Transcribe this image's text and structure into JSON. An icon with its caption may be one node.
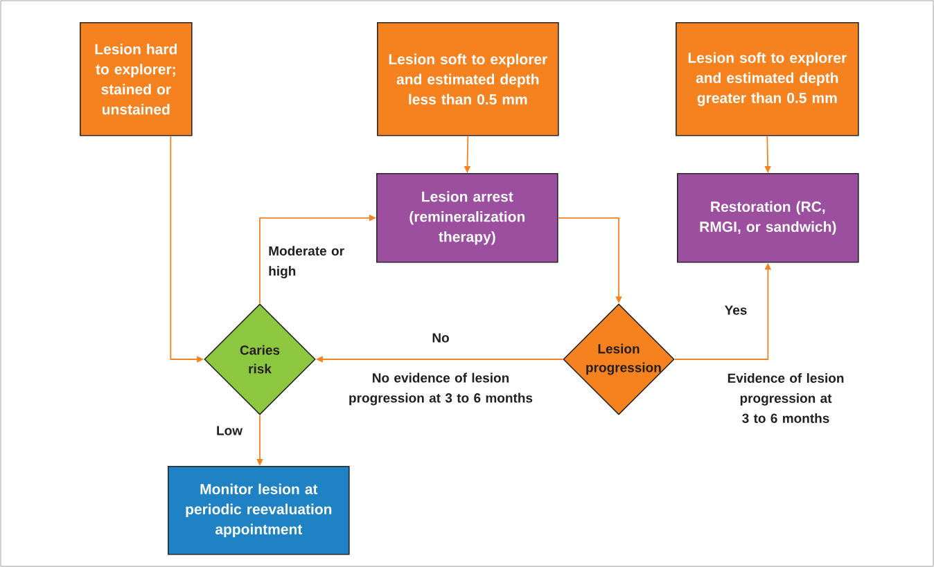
{
  "diagram": {
    "nodes": [
      {
        "text": [
          "Lesion hard to explorer; stained or unstained"
        ]
      },
      {
        "text": [
          "Lesion soft to explorer and estimated depth less than 0.5 mm"
        ]
      },
      {
        "text": [
          "Lesion soft to explorer and estimated depth greater than 0.5 mm"
        ]
      },
      {
        "text": [
          "Lesion arrest (remineralization therapy)"
        ]
      },
      {
        "text": [
          "Restoration (RC, RMGI, or sandwich)"
        ]
      },
      {
        "text": [
          "Caries risk"
        ]
      },
      {
        "text": [
          "Lesion progression"
        ]
      },
      {
        "text": [
          "Monitor lesion at periodic reevaluation appointment"
        ]
      }
    ],
    "edges": [
      {
        "from": 0,
        "to": 5,
        "arrow": "to"
      },
      {
        "from": 1,
        "to": 3,
        "arrow": "to"
      },
      {
        "from": 2,
        "to": 4,
        "arrow": "to"
      },
      {
        "from": 5,
        "to": 3,
        "arrow": "to",
        "label": "Moderate or high"
      },
      {
        "from": 3,
        "to": 6,
        "arrow": "to"
      },
      {
        "from": 6,
        "to": 5,
        "arrow": "to",
        "label": "No"
      },
      {
        "from": 6,
        "to": 4,
        "arrow": "to",
        "label": "Yes"
      },
      {
        "from": 5,
        "to": 7,
        "arrow": "to",
        "label": "Low"
      }
    ],
    "labels": [
      "No evidence of lesion progression at 3 to 6 months",
      "Evidence of lesion progression at 3 to 6 months"
    ]
  }
}
